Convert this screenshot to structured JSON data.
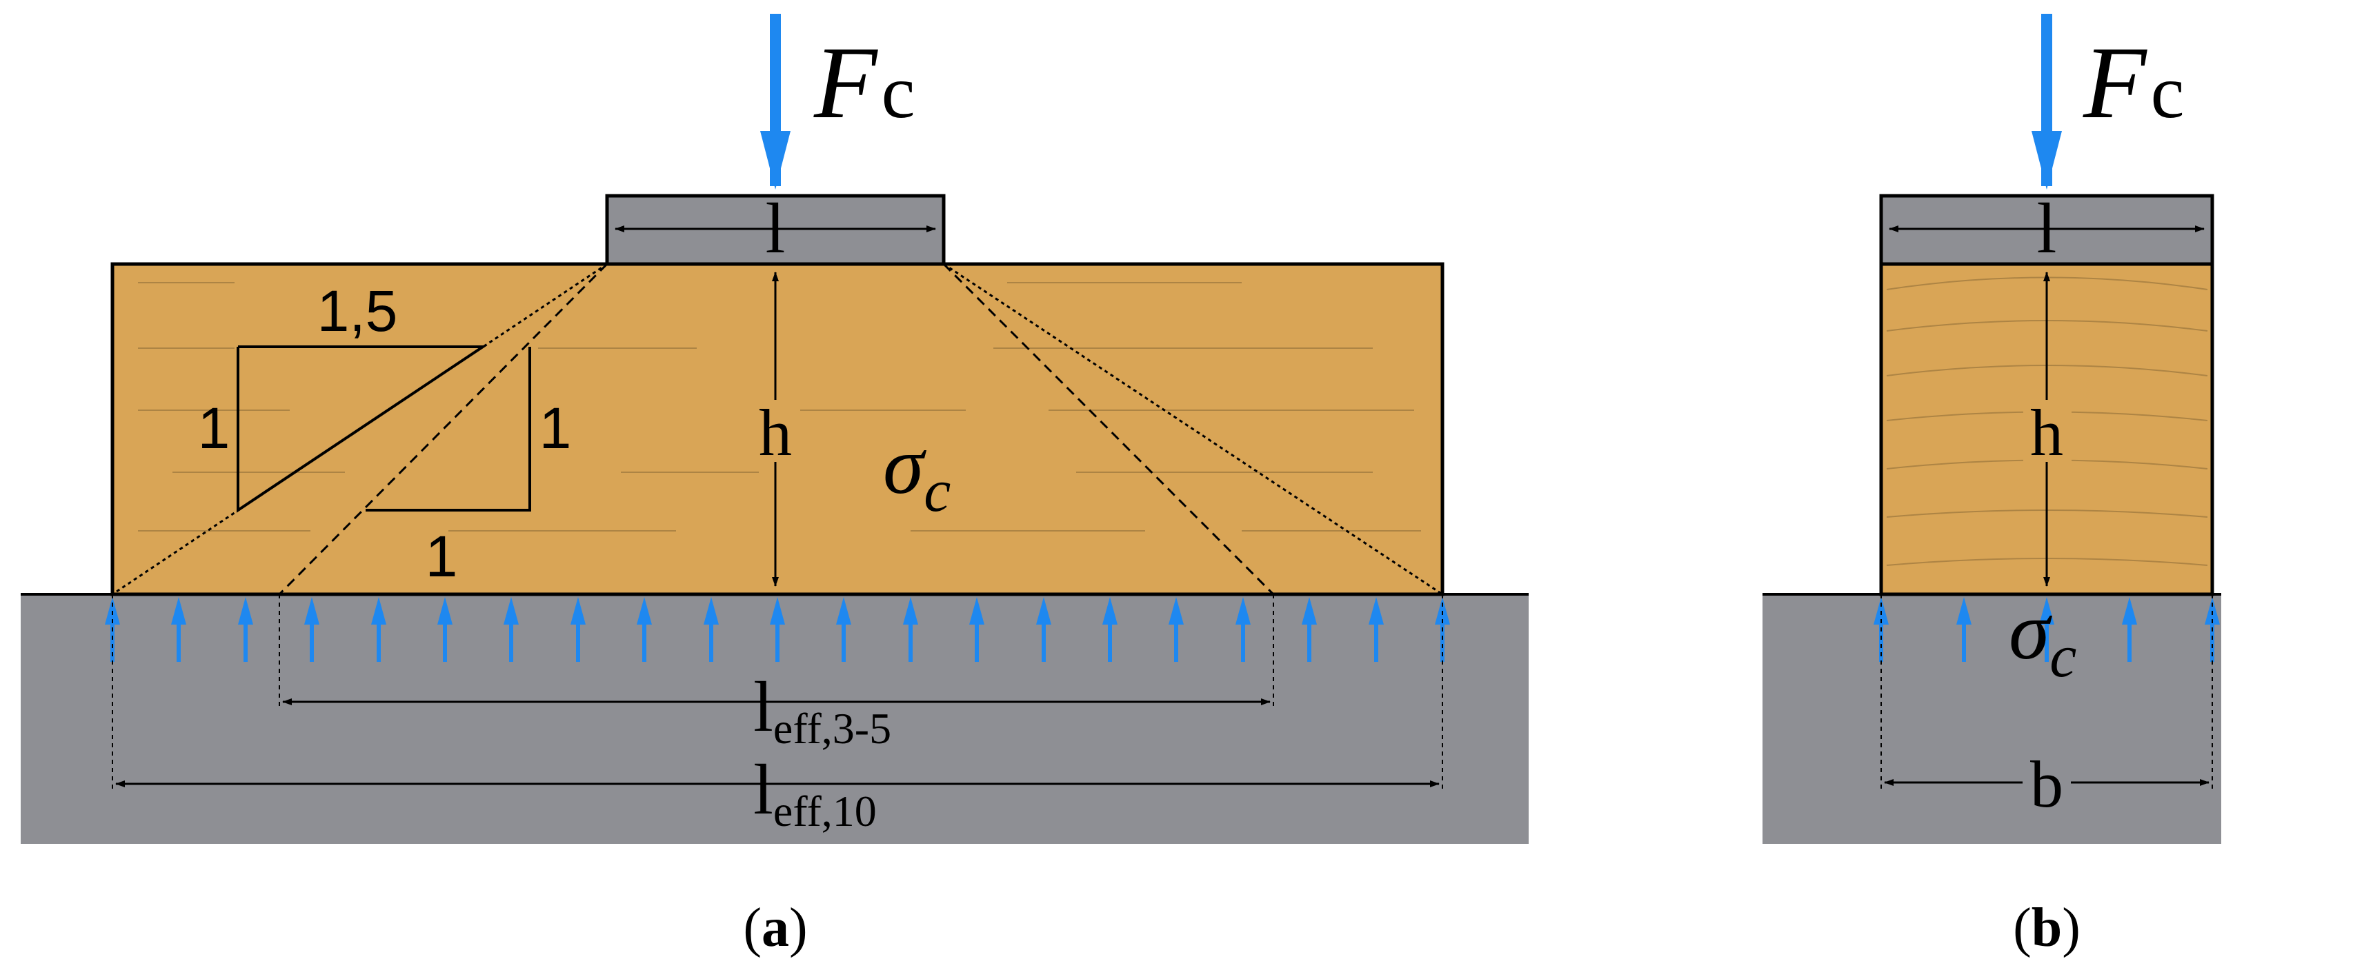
{
  "panel_a": {
    "force_symbol": "F",
    "force_subscript": "c",
    "plate_width_label": "l",
    "height_label": "h",
    "stress_label": "σ",
    "stress_subscript": "c",
    "slope_top_label": "1,5",
    "slope_left_label": "1",
    "slope_right_label": "1",
    "slope_bottom_label": "1",
    "leff_35_main": "l",
    "leff_35_sub": "eff,3-5",
    "leff_10_main": "l",
    "leff_10_sub": "eff,10",
    "caption_open": "(",
    "caption_letter": "a",
    "caption_close": ")"
  },
  "panel_b": {
    "force_symbol": "F",
    "force_subscript": "c",
    "plate_width_label": "l",
    "height_label": "h",
    "stress_label": "σ",
    "stress_subscript": "c",
    "base_width_label": "b",
    "caption_open": "(",
    "caption_letter": "b",
    "caption_close": ")"
  },
  "colors": {
    "timber": "#D9A556",
    "support": "#8E8F94",
    "plate": "#8E8F94",
    "arrow": "#1E88F0",
    "outline": "#000000"
  }
}
